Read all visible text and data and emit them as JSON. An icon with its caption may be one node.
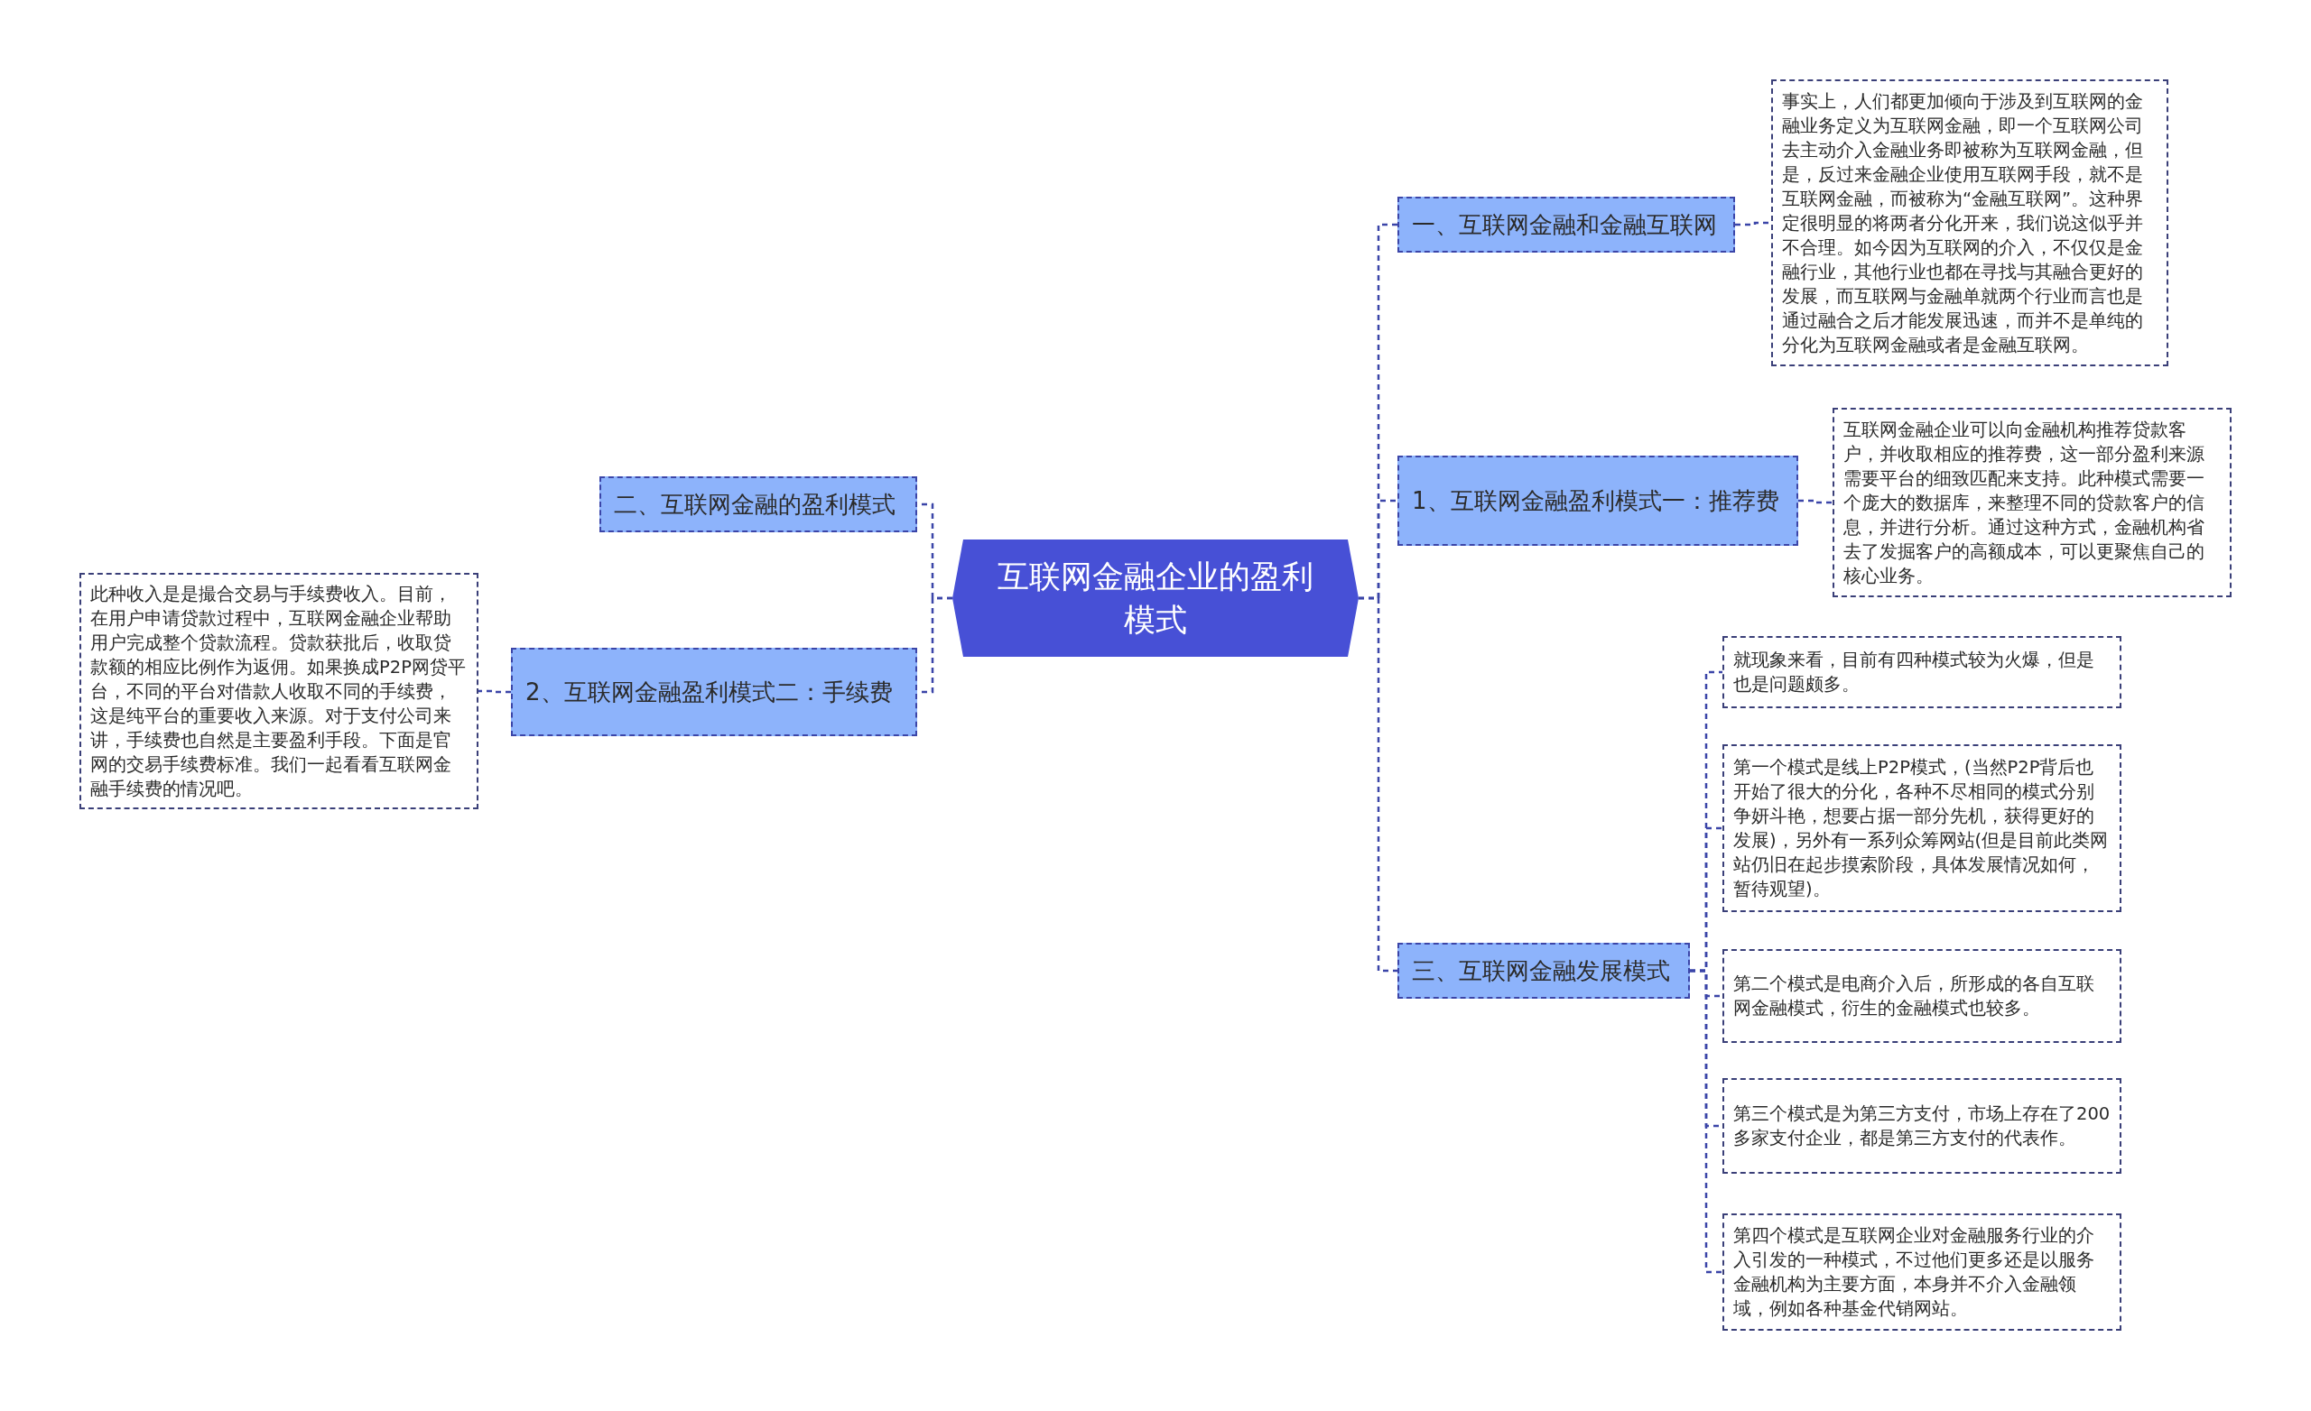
{
  "diagram": {
    "nodes": [
      {
        "text": [
          "互联网金融企业的盈利模式"
        ]
      },
      {
        "text": [
          "一、互联网金融和金融互联网"
        ]
      },
      {
        "text": [
          "事实上，人们都更加倾向于涉及到互联网的金融业务定义为互联网金融，即一个互联网公司去主动介入金融业务即被称为互联网金融，但是，反过来金融企业使用互联网手段，就不是互联网金融，而被称为“金融互联网”。这种界定很明显的将两者分化开来，我们说这似乎并不合理。如今因为互联网的介入，不仅仅是金融行业，其他行业也都在寻找与其融合更好的发展，而互联网与金融单就两个行业而言也是通过融合之后才能发展迅速，而并不是单纯的分化为互联网金融或者是金融互联网。"
        ]
      },
      {
        "text": [
          "1、互联网金融盈利模式一：推荐费"
        ]
      },
      {
        "text": [
          "互联网金融企业可以向金融机构推荐贷款客户，并收取相应的推荐费，这一部分盈利来源需要平台的细致匹配来支持。此种模式需要一个庞大的数据库，来整理不同的贷款客户的信息，并进行分析。通过这种方式，金融机构省去了发掘客户的高额成本，可以更聚焦自己的核心业务。"
        ]
      },
      {
        "text": [
          "三、互联网金融发展模式"
        ]
      },
      {
        "text": [
          "就现象来看，目前有四种模式较为火爆，但是也是问题颇多。"
        ]
      },
      {
        "text": [
          "第一个模式是线上P2P模式，(当然P2P背后也开始了很大的分化，各种不尽相同的模式分别争妍斗艳，想要占据一部分先机，获得更好的发展)，另外有一系列众筹网站(但是目前此类网站仍旧在起步摸索阶段，具体发展情况如何，暂待观望)。"
        ]
      },
      {
        "text": [
          "第二个模式是电商介入后，所形成的各自互联网金融模式，衍生的金融模式也较多。"
        ]
      },
      {
        "text": [
          "第三个模式是为第三方支付，市场上存在了200多家支付企业，都是第三方支付的代表作。"
        ]
      },
      {
        "text": [
          "第四个模式是互联网企业对金融服务行业的介入引发的一种模式，不过他们更多还是以服务金融机构为主要方面，本身并不介入金融领域，例如各种基金代销网站。"
        ]
      },
      {
        "text": [
          "二、互联网金融的盈利模式"
        ]
      },
      {
        "text": [
          "2、互联网金融盈利模式二：手续费"
        ]
      },
      {
        "text": [
          "此种收入是是撮合交易与手续费收入。目前，在用户申请贷款过程中，互联网金融企业帮助用户完成整个贷款流程。贷款获批后，收取贷款额的相应比例作为返佣。如果换成P2P网贷平台，不同的平台对借款人收取不同的手续费，这是纯平台的重要收入来源。对于支付公司来讲，手续费也自然是主要盈利手段。下面是官网的交易手续费标准。我们一起看看互联网金融手续费的情况吧。"
        ]
      }
    ],
    "edges": [
      {
        "from": 0,
        "to": 1,
        "arrow": "none",
        "style": "dashed"
      },
      {
        "from": 1,
        "to": 2,
        "arrow": "none",
        "style": "dashed"
      },
      {
        "from": 0,
        "to": 3,
        "arrow": "none",
        "style": "dashed"
      },
      {
        "from": 3,
        "to": 4,
        "arrow": "none",
        "style": "dashed"
      },
      {
        "from": 0,
        "to": 5,
        "arrow": "none",
        "style": "dashed"
      },
      {
        "from": 5,
        "to": 6,
        "arrow": "none",
        "style": "dashed"
      },
      {
        "from": 5,
        "to": 7,
        "arrow": "none",
        "style": "dashed"
      },
      {
        "from": 5,
        "to": 8,
        "arrow": "none",
        "style": "dashed"
      },
      {
        "from": 5,
        "to": 9,
        "arrow": "none",
        "style": "dashed"
      },
      {
        "from": 5,
        "to": 10,
        "arrow": "none",
        "style": "dashed"
      },
      {
        "from": 0,
        "to": 11,
        "arrow": "none",
        "style": "dashed"
      },
      {
        "from": 0,
        "to": 12,
        "arrow": "none",
        "style": "dashed"
      },
      {
        "from": 12,
        "to": 13,
        "arrow": "none",
        "style": "dashed"
      }
    ]
  }
}
